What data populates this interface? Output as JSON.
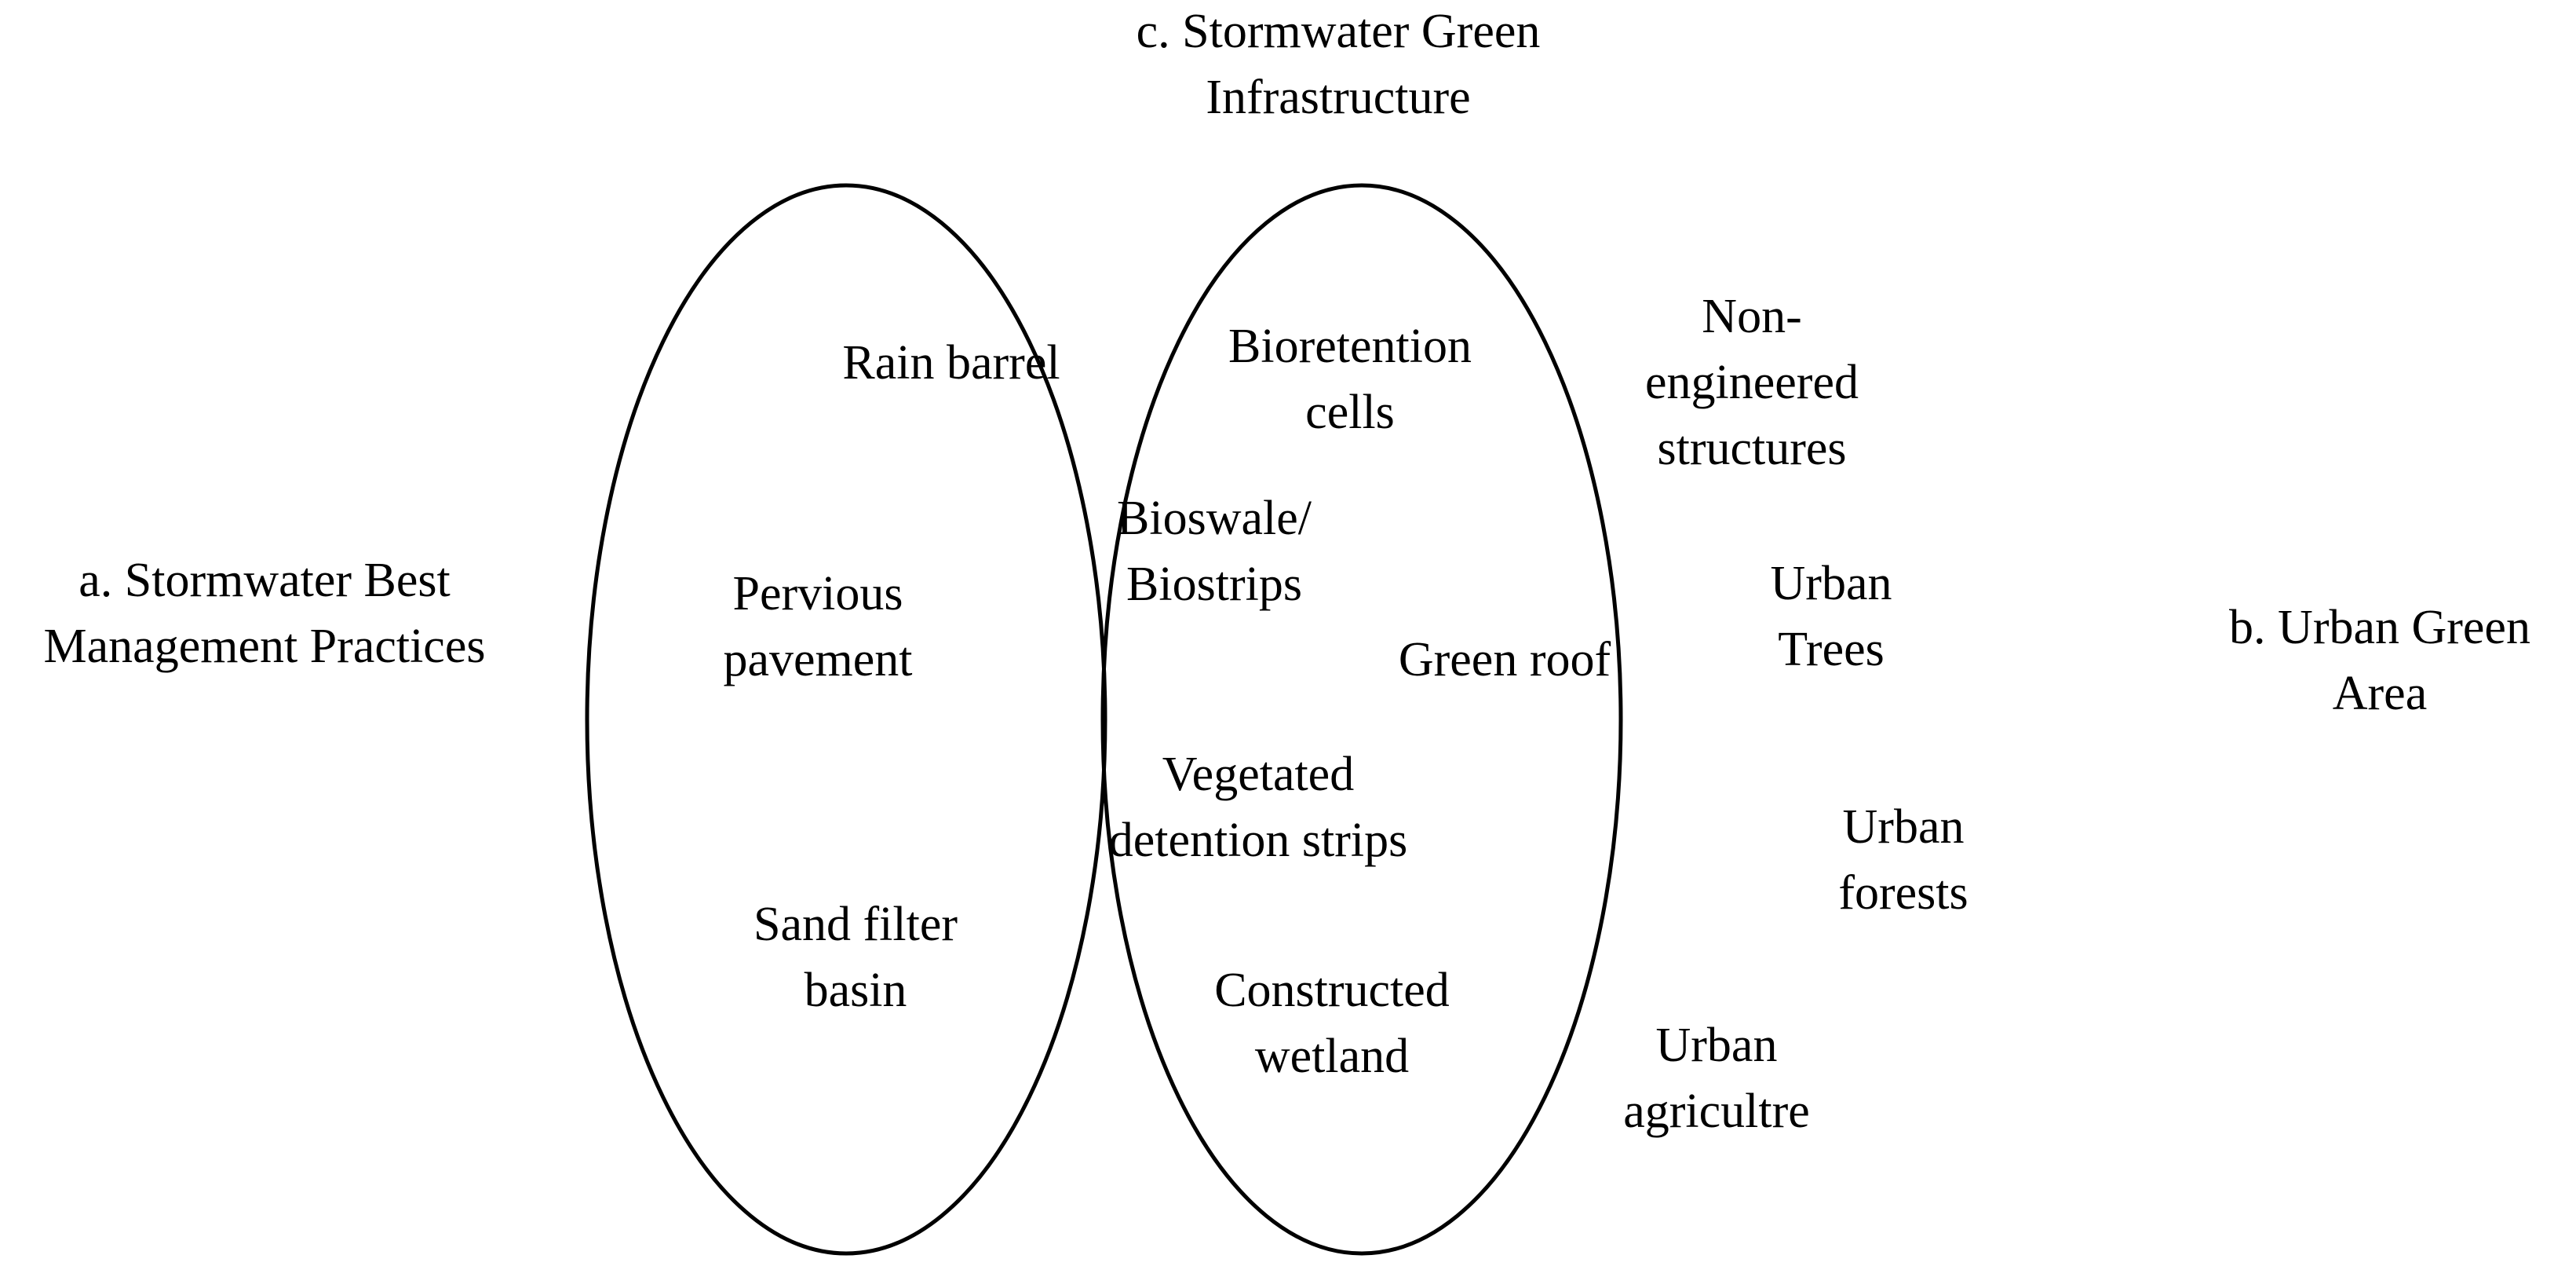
{
  "diagram": {
    "type": "venn",
    "circles": {
      "a": {
        "label": [
          "a. Stormwater Best",
          "Management Practices"
        ]
      },
      "b": {
        "label": [
          "b. Urban Green",
          "Area"
        ]
      },
      "c": {
        "label": [
          "c. Stormwater Green",
          "Infrastructure"
        ]
      }
    },
    "items_a_only": {
      "rain_barrel": [
        "Rain barrel"
      ],
      "pervious_pavement": [
        "Pervious",
        "pavement"
      ],
      "sand_filter_basin": [
        "Sand filter",
        "basin"
      ]
    },
    "items_intersection": {
      "bioretention_cells": [
        "Bioretention",
        "cells"
      ],
      "bioswale_biostrips": [
        "Bioswale/",
        "Biostrips"
      ],
      "green_roof": [
        "Green roof"
      ],
      "vegetated_detention_strips": [
        "Vegetated",
        "detention strips"
      ],
      "constructed_wetland": [
        "Constructed",
        "wetland"
      ]
    },
    "items_b_only": {
      "non_engineered_structures": [
        "Non-",
        "engineered",
        "structures"
      ],
      "urban_trees": [
        "Urban",
        "Trees"
      ],
      "urban_forests": [
        "Urban",
        "forests"
      ],
      "urban_agriculture": [
        "Urban",
        "agricultre"
      ]
    },
    "stroke_color": "#000000",
    "background_color": "#ffffff"
  }
}
